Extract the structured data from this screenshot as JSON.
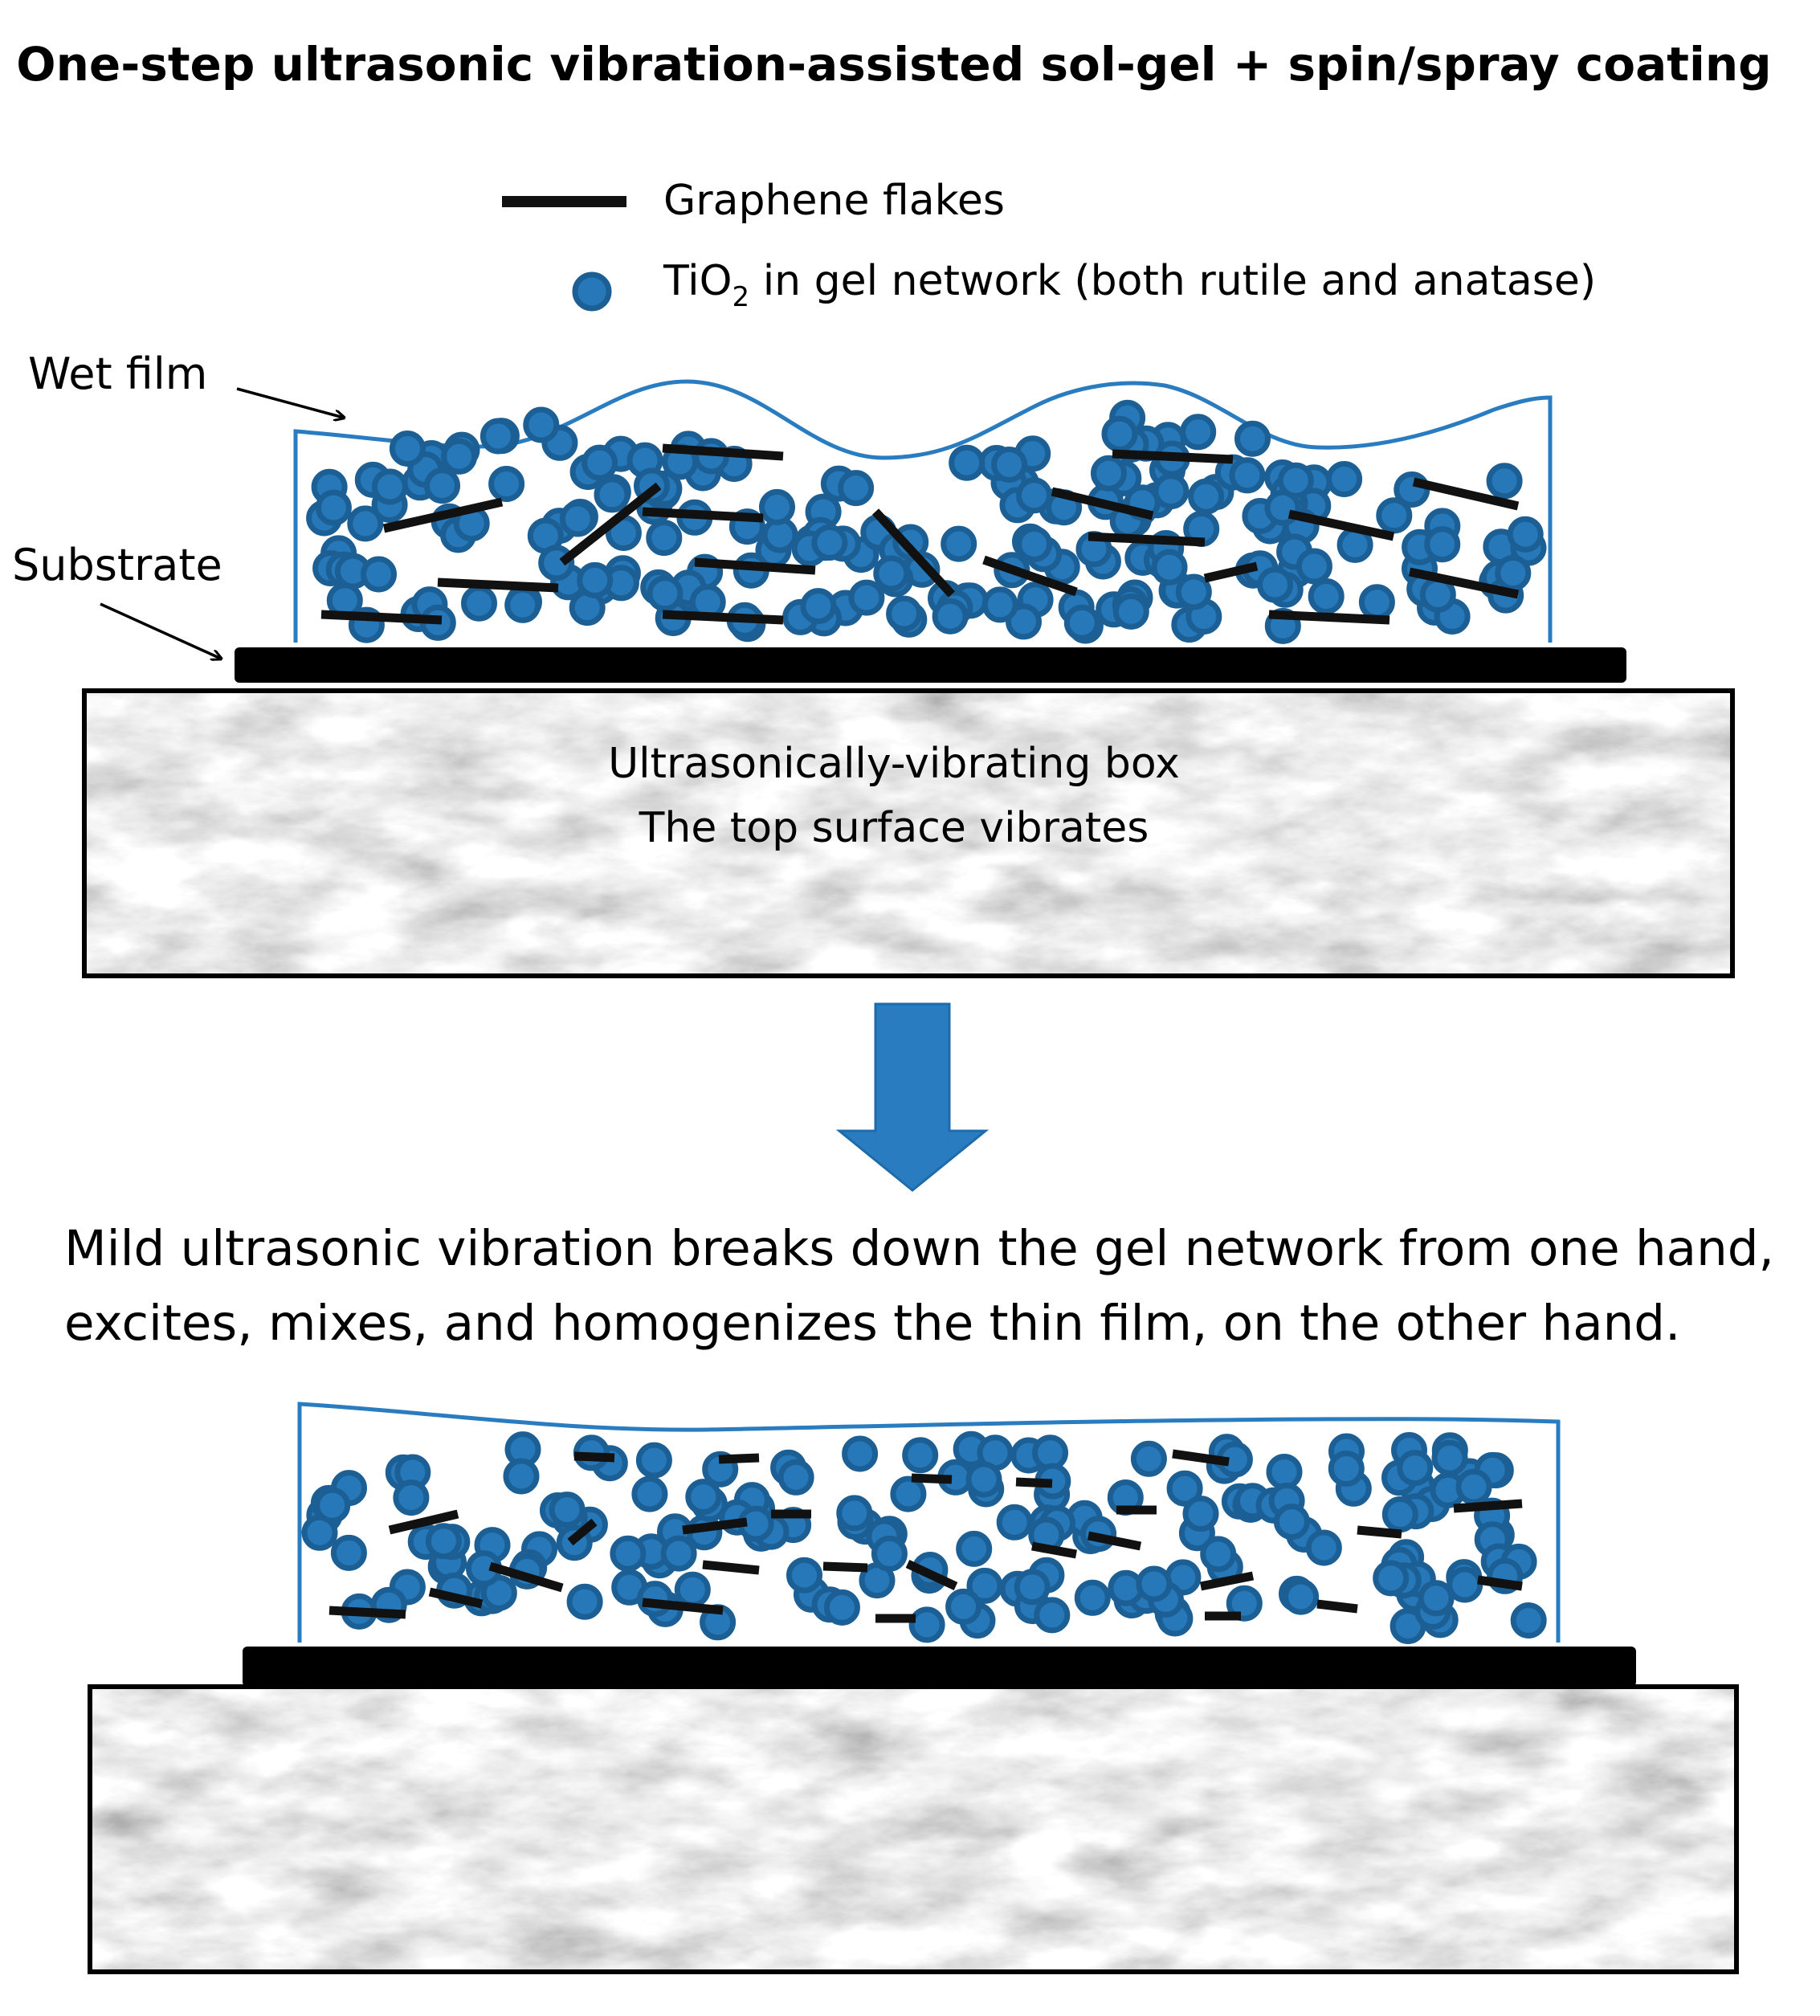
{
  "title": "One-step ultrasonic vibration-assisted sol-gel + spin/spray coating",
  "legend": {
    "graphene_label": "Graphene flakes",
    "tio2_label_prefix": "TiO",
    "tio2_label_subscript": "2",
    "tio2_label_suffix": " in gel network (both rutile and anatase)"
  },
  "labels": {
    "wet_film": "Wet film",
    "substrate": "Substrate"
  },
  "box": {
    "line1": "Ultrasonically-vibrating box",
    "line2": "The top surface vibrates"
  },
  "description": {
    "line1": "Mild ultrasonic vibration breaks down the gel network from one hand,",
    "line2": "excites, mixes, and homogenizes the thin film, on the other hand."
  },
  "colors": {
    "particle_fill": "#2778B8",
    "particle_stroke": "#1C5F95",
    "film_outline": "#2A7CC0",
    "arrow": "#2A7CC0",
    "flake": "#111111",
    "substrate": "#000000"
  }
}
